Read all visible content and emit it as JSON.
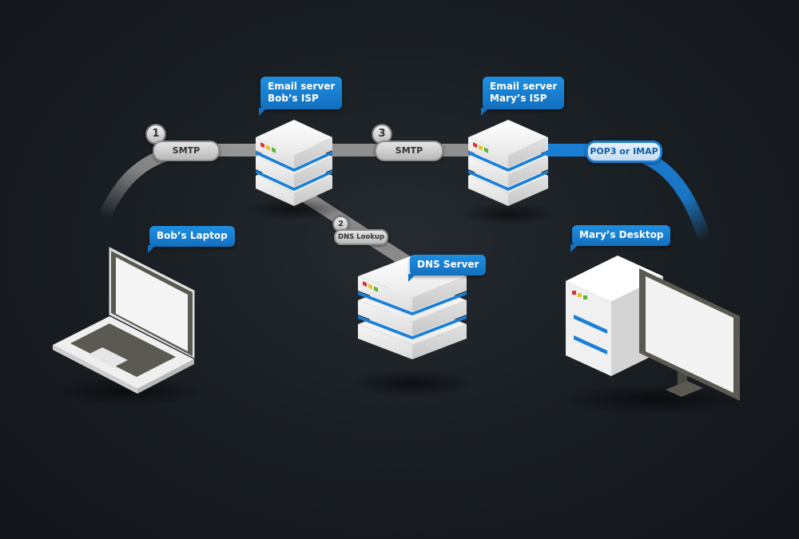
{
  "nodes": {
    "bob_isp_server": {
      "label_lines": [
        "Email server",
        "Bob’s ISP"
      ]
    },
    "mary_isp_server": {
      "label_lines": [
        "Email server",
        "Mary’s ISP"
      ]
    },
    "dns_server": {
      "label": "DNS Server"
    },
    "bob_laptop": {
      "label": "Bob’s Laptop"
    },
    "mary_desktop": {
      "label": "Mary’s Desktop"
    }
  },
  "steps": [
    {
      "number": "1",
      "protocol": "SMTP"
    },
    {
      "number": "2",
      "protocol": "DNS Lookup"
    },
    {
      "number": "3",
      "protocol": "SMTP"
    }
  ],
  "final_link": {
    "protocol": "POP3 or IMAP"
  },
  "colors": {
    "accent_blue": "#1a7fd6",
    "connector_gray": "#8d8d8d",
    "led_red": "#d8363b",
    "led_yellow": "#e8c21e",
    "led_green": "#5bb534"
  }
}
